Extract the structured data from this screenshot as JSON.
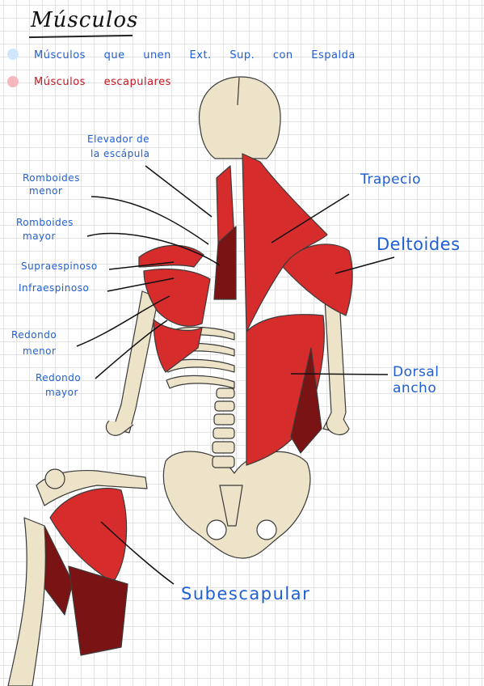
{
  "title": "Músculos",
  "legend": [
    {
      "text": "Músculos que unen Ext. Sup. con Espalda",
      "color": "#cfe6fb",
      "text_color": "#1f5fd6"
    },
    {
      "text": "Músculos escapulares",
      "color": "#f5b9bd",
      "text_color": "#c8141e"
    }
  ],
  "labels": {
    "elevador": [
      "Elevador de",
      "la escápula"
    ],
    "romboides_menor": [
      "Romboides",
      "menor"
    ],
    "romboides_mayor": [
      "Romboides",
      "mayor"
    ],
    "supraespinoso": "Supraespinoso",
    "infraespinoso": "Infraespinoso",
    "redondo_menor": [
      "Redondo",
      "menor"
    ],
    "redondo_mayor": [
      "Redondo",
      "mayor"
    ],
    "trapecio": "Trapecio",
    "deltoides": "Deltoides",
    "dorsal_ancho": [
      "Dorsal",
      "ancho"
    ],
    "subescapular": "Subescapular"
  },
  "colors": {
    "bone": "#ece3c9",
    "muscle": "#d62c2c",
    "muscle_dark": "#7a1414",
    "label_blue": "#1f5fd6",
    "grid": "#e3e3e3"
  }
}
